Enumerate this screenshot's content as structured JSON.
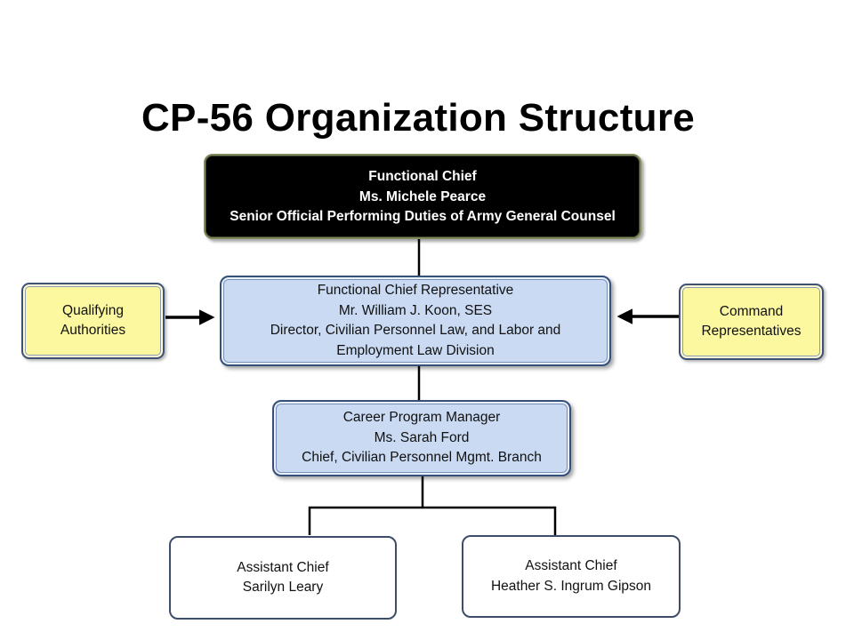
{
  "title": "CP-56 Organization Structure",
  "functional_chief": {
    "lines": [
      "Functional Chief",
      "Ms. Michele Pearce",
      "Senior Official Performing Duties of Army General Counsel"
    ]
  },
  "functional_chief_rep": {
    "lines": [
      "Functional Chief Representative",
      "Mr. William J. Koon, SES",
      "Director, Civilian Personnel Law, and Labor and",
      "Employment Law Division"
    ]
  },
  "qualifying_authorities": {
    "lines": [
      "Qualifying",
      "Authorities"
    ]
  },
  "command_representatives": {
    "lines": [
      "Command",
      "Representatives"
    ]
  },
  "career_program_manager": {
    "lines": [
      "Career Program Manager",
      "Ms. Sarah Ford",
      "Chief, Civilian Personnel Mgmt. Branch"
    ]
  },
  "assistant_chief_1": {
    "lines": [
      "Assistant Chief",
      "Sarilyn Leary"
    ]
  },
  "assistant_chief_2": {
    "lines": [
      "Assistant Chief",
      "Heather S. Ingrum Gipson"
    ]
  },
  "colors": {
    "dark_box": "#000000",
    "blue_box": "#c9daf2",
    "yellow_box": "#fbf8a0",
    "white_box": "#ffffff",
    "connector": "#000000"
  }
}
